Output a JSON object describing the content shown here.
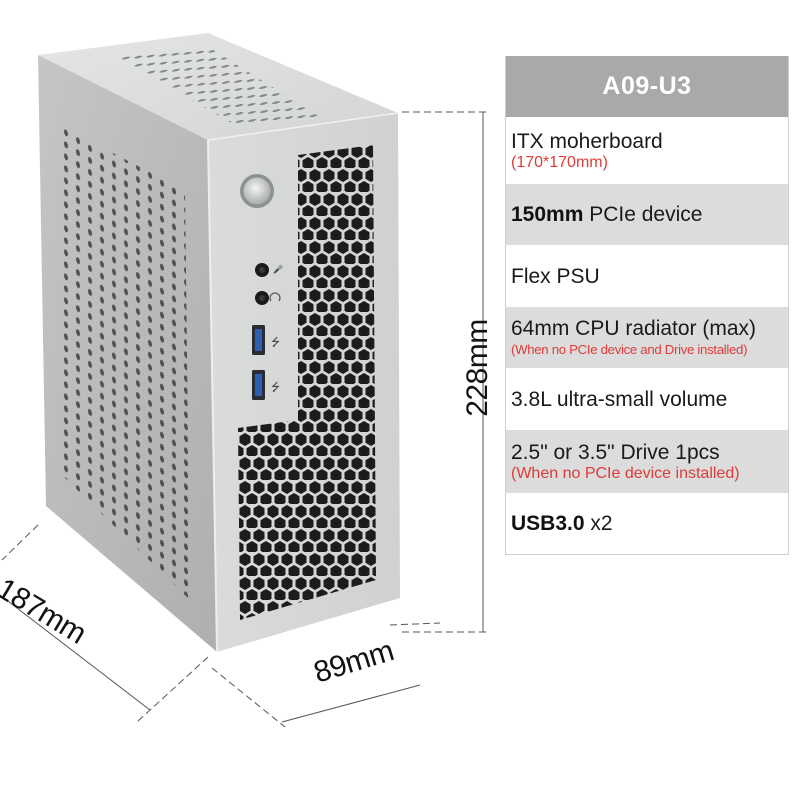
{
  "product": {
    "model": "A09-U3",
    "case_color": "#d6d8d8",
    "front_ports": [
      {
        "type": "power-button"
      },
      {
        "type": "microphone-jack",
        "icon": "mic-icon"
      },
      {
        "type": "headphone-jack",
        "icon": "headphone-icon"
      },
      {
        "type": "usb3",
        "icon": "usb-icon"
      },
      {
        "type": "usb3",
        "icon": "usb-icon"
      }
    ]
  },
  "dimensions": {
    "height": "228mm",
    "depth": "187mm",
    "width": "89mm"
  },
  "spec_table": {
    "header": "A09-U3",
    "header_bg": "#a9a9a9",
    "alt_row_bg": "#dcdcdc",
    "note_color": "#e03a3a",
    "rows": [
      {
        "bold": "",
        "text": "ITX moherboard",
        "note": " (170*170mm)"
      },
      {
        "bold": "150mm",
        "text": " PCIe device",
        "note": ""
      },
      {
        "bold": "",
        "text": "Flex PSU",
        "note": ""
      },
      {
        "bold": "",
        "text": "64mm CPU radiator (max)",
        "note": "(When no PCIe device and Drive installed)"
      },
      {
        "bold": "",
        "text": "3.8L ultra-small volume",
        "note": ""
      },
      {
        "bold": "",
        "text": "2.5\" or 3.5\" Drive 1pcs",
        "note": "(When no PCIe device installed)"
      },
      {
        "bold": "USB3.0",
        "text": " x2",
        "note": ""
      }
    ]
  }
}
